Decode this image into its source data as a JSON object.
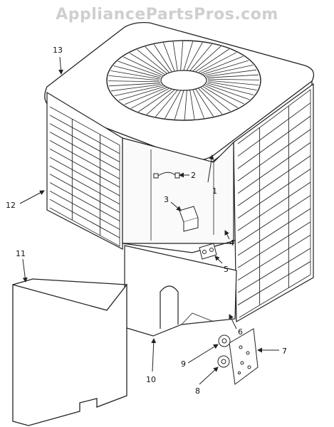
{
  "watermark": "AppliancePartsPros.com",
  "callouts": [
    "1",
    "2",
    "3",
    "4",
    "5",
    "6",
    "7",
    "8",
    "9",
    "10",
    "11",
    "12",
    "13"
  ],
  "colors": {
    "ink": "#222222",
    "paper": "#ffffff",
    "watermark": "#cfcfcf"
  }
}
